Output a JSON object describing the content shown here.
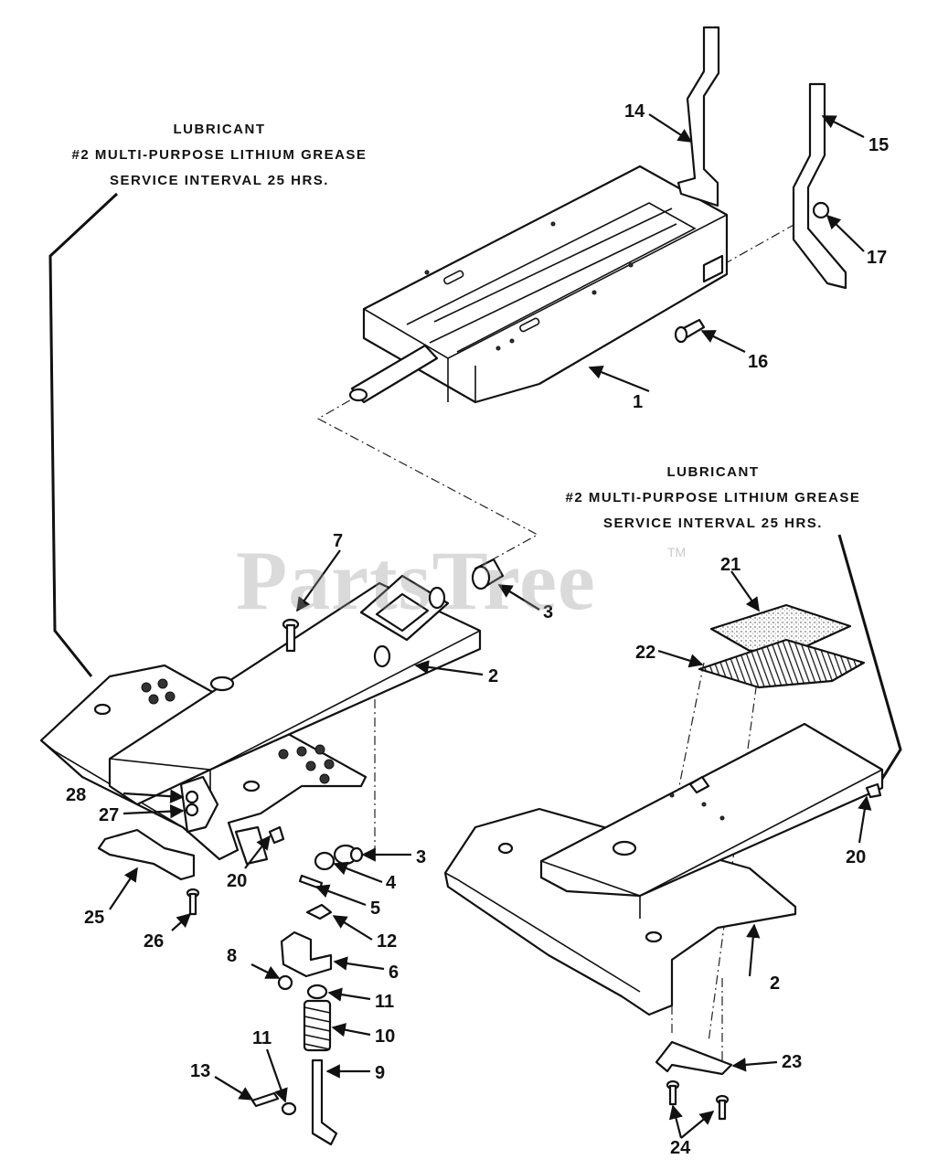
{
  "notes": {
    "left": {
      "line1": "LUBRICANT",
      "line2": "#2 MULTI-PURPOSE LITHIUM GREASE",
      "line3": "SERVICE INTERVAL 25 HRS."
    },
    "right": {
      "line1": "LUBRICANT",
      "line2": "#2 MULTI-PURPOSE LITHIUM GREASE",
      "line3": "SERVICE INTERVAL 25 HRS."
    }
  },
  "watermark": {
    "text": "PartsTree",
    "tm": "TM"
  },
  "callouts": {
    "c1": "1",
    "c2a": "2",
    "c2b": "2",
    "c3a": "3",
    "c3b": "3",
    "c4": "4",
    "c5": "5",
    "c6": "6",
    "c7": "7",
    "c8": "8",
    "c9": "9",
    "c10": "10",
    "c11a": "11",
    "c11b": "11",
    "c12": "12",
    "c13": "13",
    "c14": "14",
    "c15": "15",
    "c16": "16",
    "c17": "17",
    "c20a": "20",
    "c20b": "20",
    "c21": "21",
    "c22": "22",
    "c23": "23",
    "c24": "24",
    "c25": "25",
    "c26": "26",
    "c27": "27",
    "c28": "28"
  }
}
